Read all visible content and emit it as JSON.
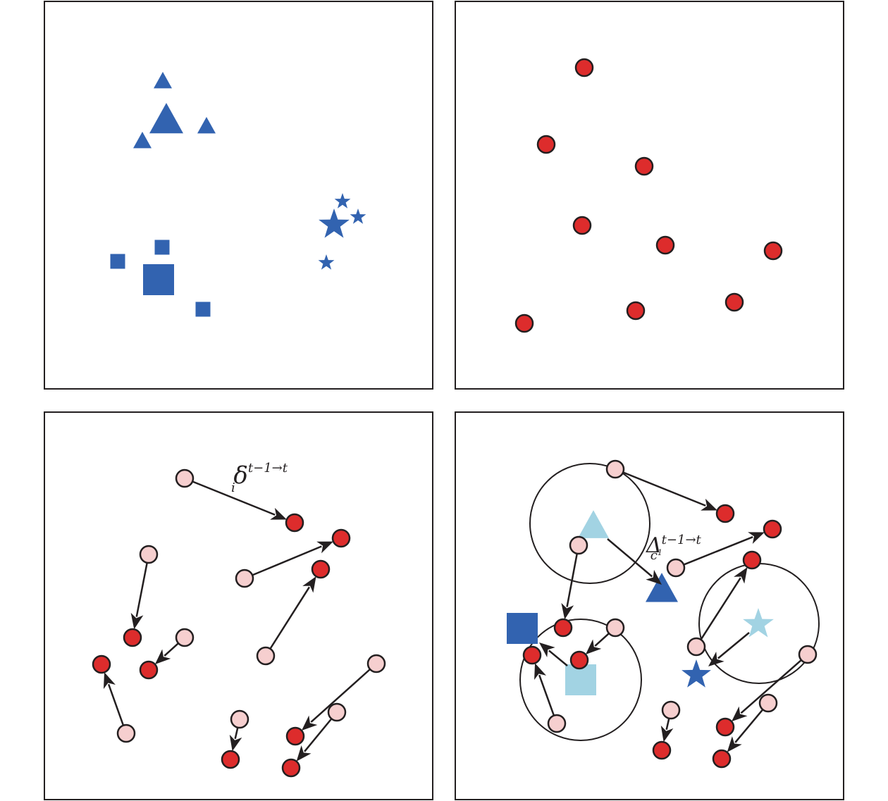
{
  "colors": {
    "blue": "#3263b0",
    "light_blue": "#a2d3e3",
    "red": "#dd2c2c",
    "pink": "#f6cfcf",
    "stroke": "#231f20"
  },
  "labels": {
    "delta_symbol": "δ",
    "delta_sup": "t−1→t",
    "delta_sub": "i",
    "Delta_symbol": "Δ",
    "Delta_sup": "t−1→t",
    "Delta_sub": "c",
    "Delta_sub_sup": "1"
  }
}
